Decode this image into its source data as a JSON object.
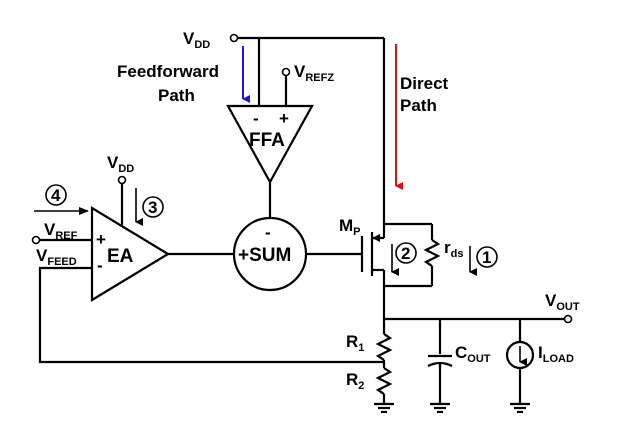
{
  "labels": {
    "vdd_top": "V",
    "vdd_top_sub": "DD",
    "feedforward_line1": "Feedforward",
    "feedforward_line2": "Path",
    "vrefz": "V",
    "vrefz_sub": "REFZ",
    "direct_line1": "Direct",
    "direct_line2": "Path",
    "ffa": "FFA",
    "ffa_minus": "-",
    "ffa_plus": "+",
    "vdd_ea": "V",
    "vdd_ea_sub": "DD",
    "ea": "EA",
    "ea_plus": "+",
    "ea_minus": "-",
    "vref": "V",
    "vref_sub": "REF",
    "vfeed": "V",
    "vfeed_sub": "FEED",
    "sum_minus": "-",
    "sum_label": "+SUM",
    "mp": "M",
    "mp_sub": "P",
    "rds": "r",
    "rds_sub": "ds",
    "vout": "V",
    "vout_sub": "OUT",
    "r1": "R",
    "r1_sub": "1",
    "r2": "R",
    "r2_sub": "2",
    "cout": "C",
    "cout_sub": "OUT",
    "iload": "I",
    "iload_sub": "LOAD",
    "marker1": "1",
    "marker2": "2",
    "marker3": "3",
    "marker4": "4"
  },
  "colors": {
    "feedforward_arrow": "#1a1adc",
    "direct_arrow": "#e01010",
    "wire": "#000000"
  }
}
